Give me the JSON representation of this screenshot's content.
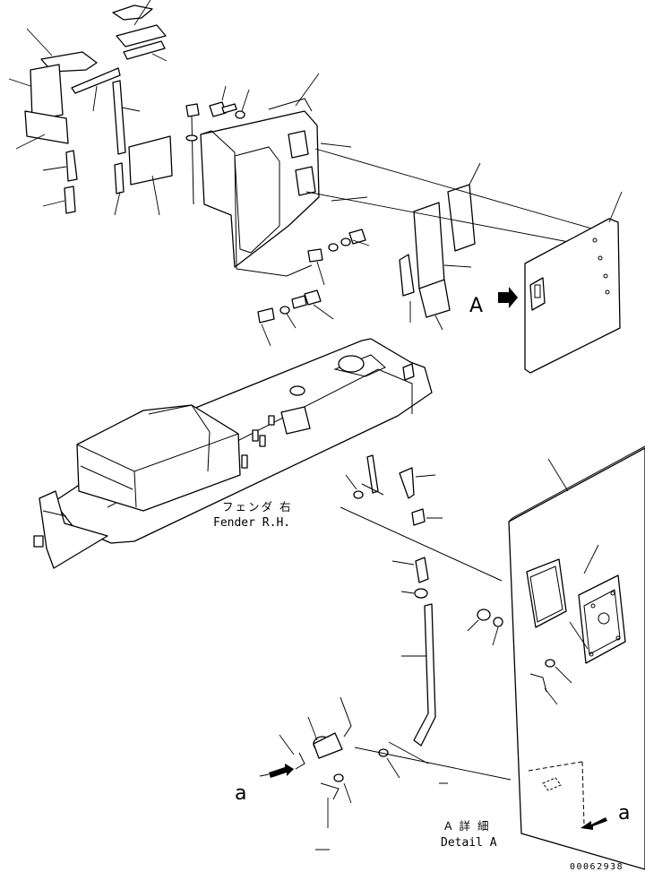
{
  "labels": {
    "fender_jp": "フェンダ 右",
    "fender_en": "Fender R.H.",
    "view_a": "A",
    "detail_a_jp": "A 詳 細",
    "detail_a_en": "Detail A",
    "small_a_left": "a",
    "small_a_right": "a",
    "drawing_code": "00062938"
  }
}
